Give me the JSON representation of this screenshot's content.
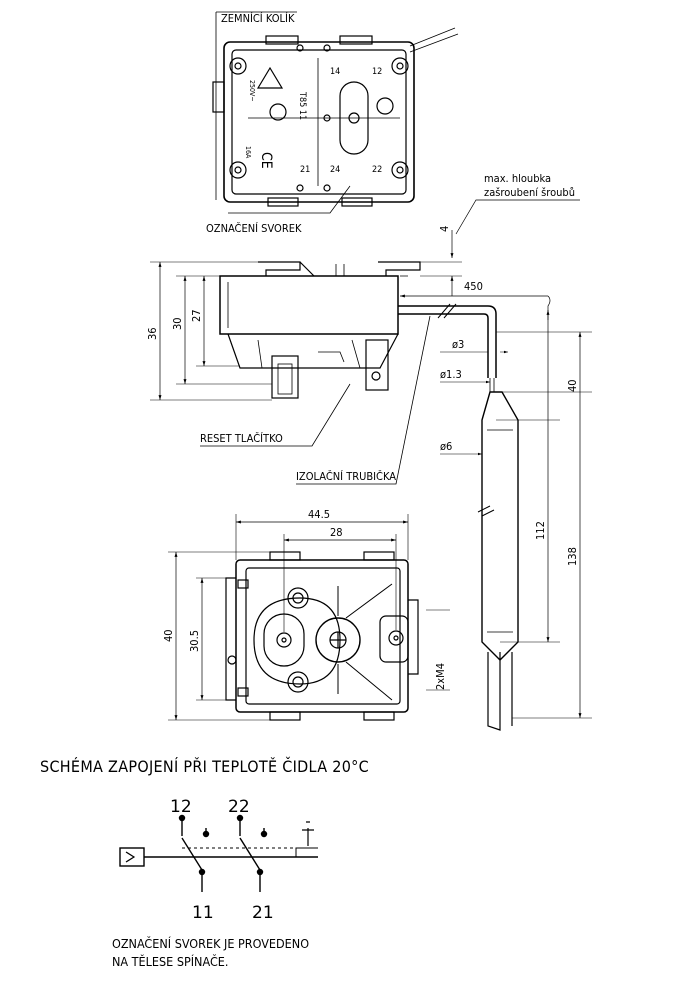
{
  "labels": {
    "zemnici_kolik": "ZEMNÍCÍ KOLÍK",
    "oznaceni_svorek": "OZNAČENÍ SVOREK",
    "max_hloubka_1": "max. hloubka",
    "max_hloubka_2": "zašroubení šroubů",
    "reset": "RESET TLAČÍTKO",
    "izolacni": "IZOLAČNÍ TRUBIČKA",
    "schema_title": "SCHÉMA ZAPOJENÍ PŘI TEPLOTĚ ČIDLA 20°C",
    "note_line1": "OZNAČENÍ SVOREK JE PROVEDENO",
    "note_line2": "NA TĚLESE SPÍNAČE."
  },
  "body_marks": {
    "t14": "14",
    "t12": "12",
    "t24": "24",
    "t22": "22",
    "t21": "21",
    "model": "T85 11",
    "voltage": "250V~",
    "amp": "16A",
    "ce": "CE"
  },
  "dimensions": {
    "d4": "4",
    "d450": "450",
    "d36": "36",
    "d30": "30",
    "d27": "27",
    "phi3": "ø3",
    "phi13": "ø1.3",
    "d40r": "40",
    "phi6": "ø6",
    "d112": "112",
    "d138": "138",
    "d445": "44.5",
    "d28": "28",
    "d40l": "40",
    "d305": "30.5",
    "m4": "2xM4"
  },
  "schema": {
    "n12": "12",
    "n22": "22",
    "n11": "11",
    "n21": "21"
  }
}
